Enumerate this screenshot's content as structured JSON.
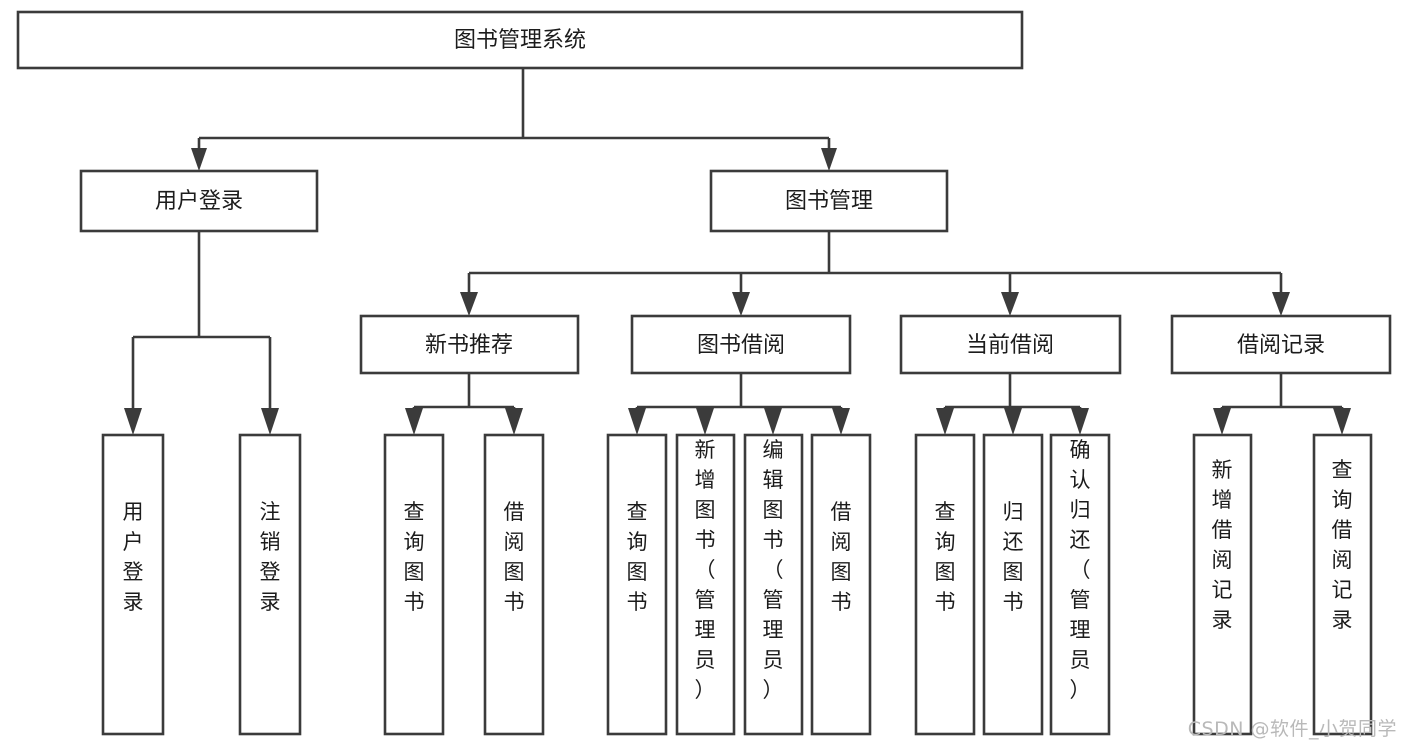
{
  "diagram": {
    "title": "图书管理系统",
    "type": "tree-hierarchy",
    "watermark": "CSDN @软件_小贺同学",
    "colors": {
      "stroke": "#3b3b3b",
      "fill": "#ffffff",
      "text": "#1c1c1c",
      "watermark": "#b9b9b9",
      "background": "#ffffff"
    },
    "levels": {
      "root": {
        "label": "图书管理系统"
      },
      "level2": [
        {
          "id": "user-login",
          "label": "用户登录"
        },
        {
          "id": "book-manage",
          "label": "图书管理"
        }
      ],
      "level3": [
        {
          "id": "new-book-recommend",
          "label": "新书推荐",
          "parent": "book-manage"
        },
        {
          "id": "book-borrow",
          "label": "图书借阅",
          "parent": "book-manage"
        },
        {
          "id": "current-borrow",
          "label": "当前借阅",
          "parent": "book-manage"
        },
        {
          "id": "borrow-record",
          "label": "借阅记录",
          "parent": "book-manage"
        }
      ],
      "leaves": [
        {
          "id": "leaf-user-login",
          "label": "用户登录",
          "parent": "user-login"
        },
        {
          "id": "leaf-logout-login",
          "label": "注销登录",
          "parent": "user-login"
        },
        {
          "id": "leaf-query-book-1",
          "label": "查询图书",
          "parent": "new-book-recommend"
        },
        {
          "id": "leaf-borrow-book-1",
          "label": "借阅图书",
          "parent": "new-book-recommend"
        },
        {
          "id": "leaf-query-book-2",
          "label": "查询图书",
          "parent": "book-borrow"
        },
        {
          "id": "leaf-add-book",
          "label": "新增图书（管理员）",
          "parent": "book-borrow"
        },
        {
          "id": "leaf-edit-book",
          "label": "编辑图书（管理员）",
          "parent": "book-borrow"
        },
        {
          "id": "leaf-borrow-book-2",
          "label": "借阅图书",
          "parent": "book-borrow"
        },
        {
          "id": "leaf-query-book-3",
          "label": "查询图书",
          "parent": "current-borrow"
        },
        {
          "id": "leaf-return-book",
          "label": "归还图书",
          "parent": "current-borrow"
        },
        {
          "id": "leaf-confirm-return",
          "label": "确认归还（管理员）",
          "parent": "current-borrow"
        },
        {
          "id": "leaf-add-record",
          "label": "新增借阅记录",
          "parent": "borrow-record"
        },
        {
          "id": "leaf-query-record",
          "label": "查询借阅记录",
          "parent": "borrow-record"
        }
      ]
    }
  }
}
